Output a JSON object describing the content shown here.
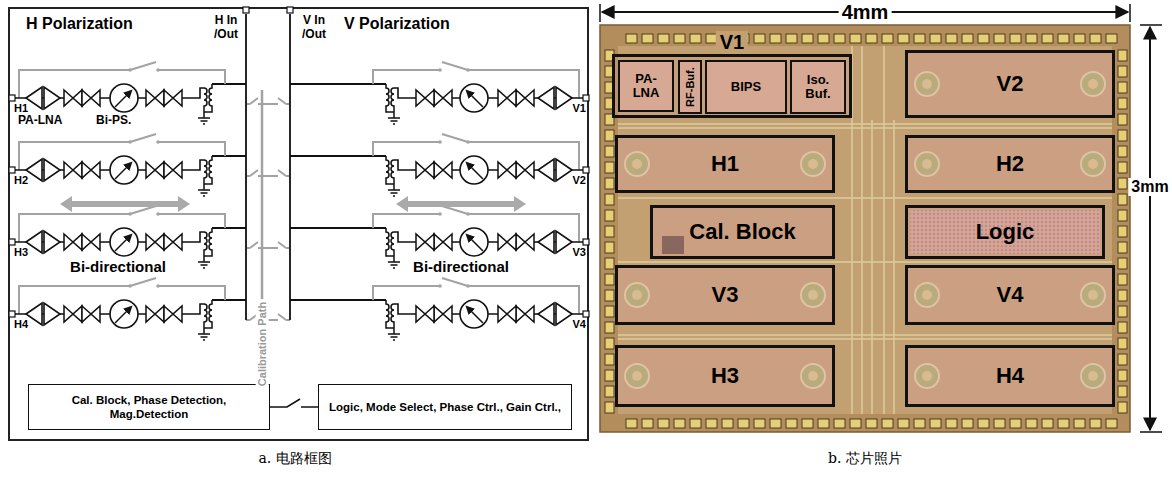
{
  "diagram": {
    "nodes": [
      {
        "text": [
          "Cal. Block, Phase Detection, Mag.Detection"
        ]
      },
      {
        "text": [
          "Logic, Mode Select, Phase Ctrl., Gain Ctrl.,"
        ]
      },
      {
        "text": [
          "V1"
        ]
      },
      {
        "text": [
          "PA-LNA"
        ],
        "in": 2
      },
      {
        "text": [
          "RF-Buf."
        ],
        "in": 2
      },
      {
        "text": [
          "BIPS"
        ],
        "in": 2
      },
      {
        "text": [
          "Iso. Buf."
        ],
        "in": 2
      },
      {
        "text": [
          "V2"
        ]
      },
      {
        "text": [
          "H1"
        ]
      },
      {
        "text": [
          "H2"
        ]
      },
      {
        "text": [
          "Cal. Block"
        ]
      },
      {
        "text": [
          "Logic"
        ]
      },
      {
        "text": [
          "V3"
        ]
      },
      {
        "text": [
          "V4"
        ]
      },
      {
        "text": [
          "H3"
        ]
      },
      {
        "text": [
          "H4"
        ]
      }
    ],
    "edges": [
      {
        "from": 0,
        "to": 1,
        "arrow": "none"
      }
    ],
    "labels": [
      "H Polarization",
      "H In /Out",
      "V In /Out",
      "V Polarization",
      "PA-LNA",
      "Bi-PS.",
      "H1",
      "H2",
      "H3",
      "H4",
      "V1",
      "V2",
      "V3",
      "V4",
      "Bi-directional",
      "Bi-directional",
      "Calibration Path",
      "4mm",
      "3mm",
      "a. 电路框图",
      "b. 芯片照片"
    ]
  }
}
